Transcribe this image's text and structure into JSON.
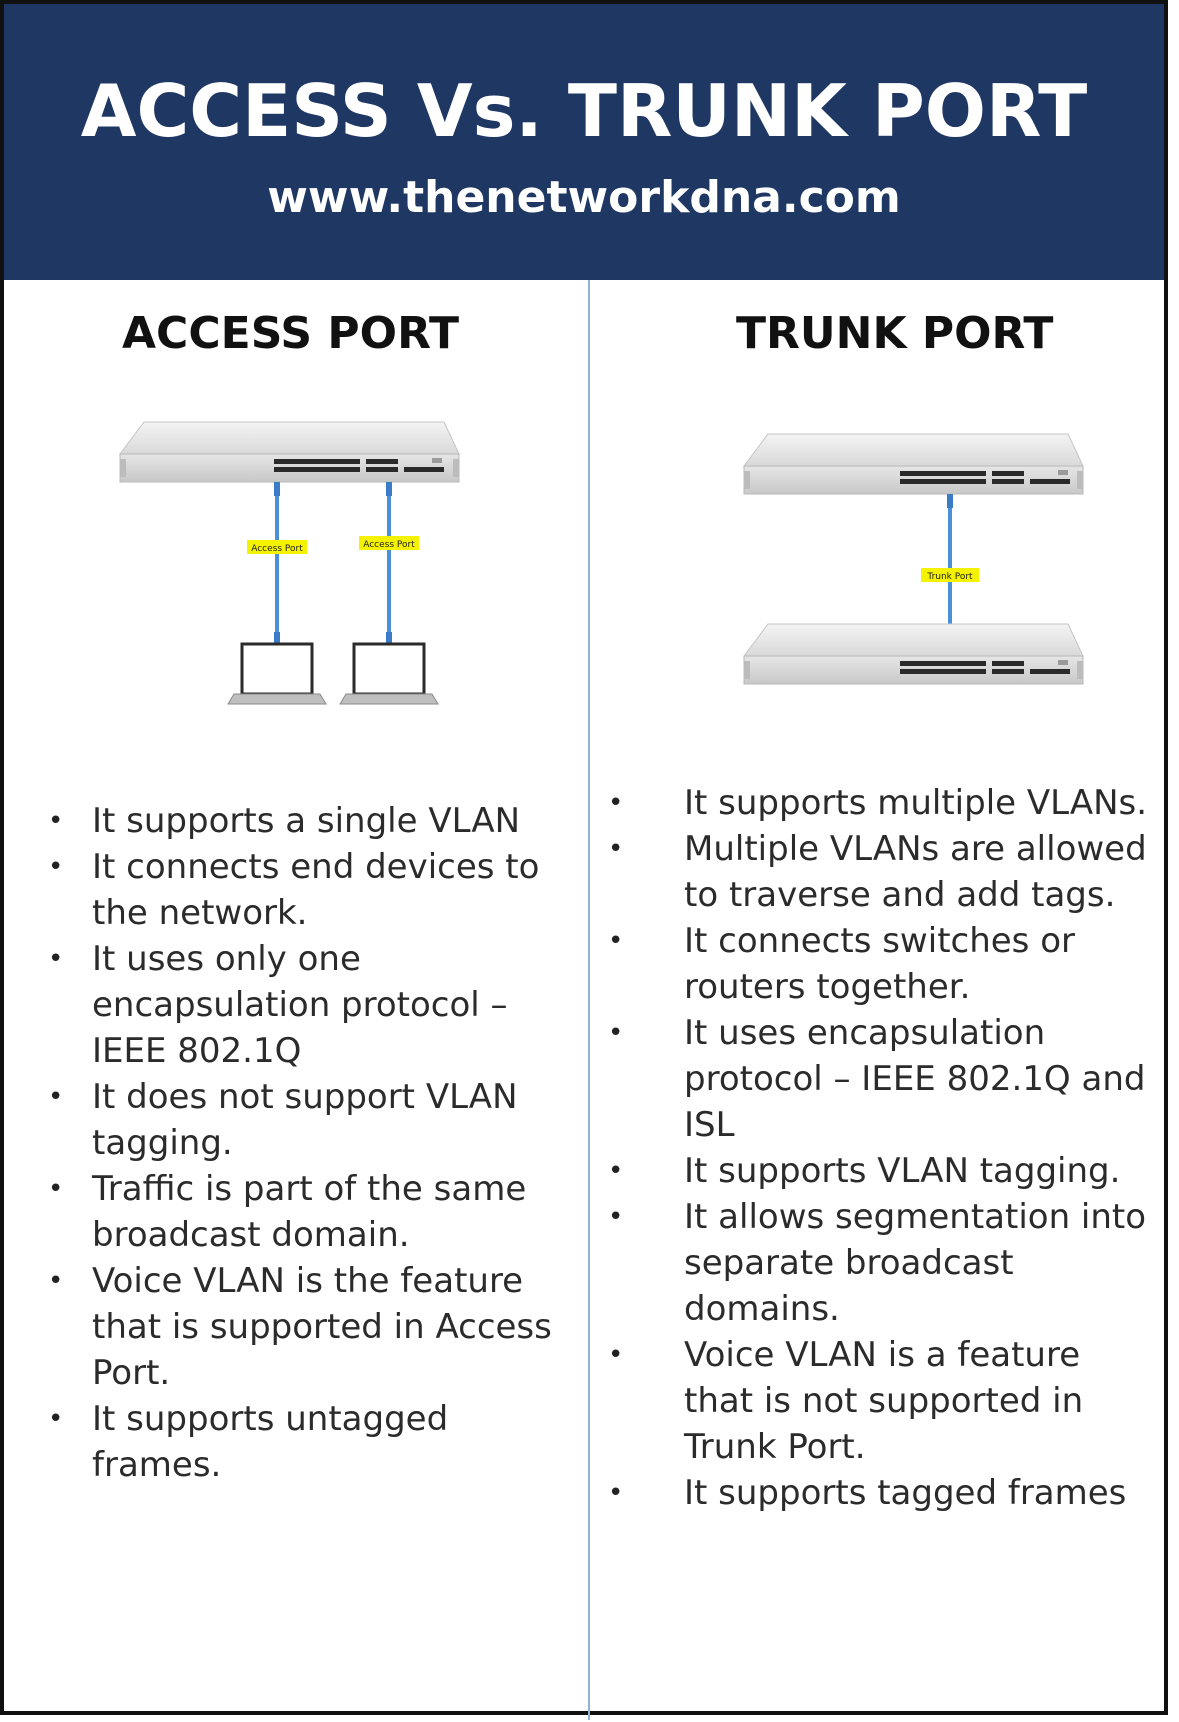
{
  "header": {
    "title": "ACCESS Vs. TRUNK PORT",
    "website": "www.thenetworkdna.com"
  },
  "access": {
    "heading": "ACCESS PORT",
    "labels": [
      "Access Port",
      "Access Port"
    ],
    "bullets": [
      "It supports a single VLAN",
      "It connects end devices to the network.",
      "It uses only one encapsulation protocol – IEEE 802.1Q",
      "It does not support VLAN tagging.",
      "Traffic is part of the same broadcast domain.",
      "Voice VLAN is the feature that is supported in Access Port.",
      "It supports untagged frames."
    ]
  },
  "trunk": {
    "heading": "TRUNK PORT",
    "label": "Trunk Port",
    "bullets": [
      "It supports multiple VLANs.",
      "Multiple VLANs are allowed to traverse and add tags.",
      "It connects switches or routers together.",
      "It uses encapsulation protocol – IEEE 802.1Q and ISL",
      "It supports VLAN tagging.",
      "It allows segmentation into separate broadcast domains.",
      "Voice VLAN is a feature that is not supported in Trunk Port.",
      "It supports tagged frames"
    ]
  },
  "colors": {
    "header_bg": "#1e3763",
    "divider": "#8fb3d1",
    "cable": "#4a8fd9",
    "label_highlight": "#f5f200"
  },
  "icons": [
    "switch-icon",
    "laptop-icon",
    "cable-icon",
    "bullet-dot-icon"
  ]
}
